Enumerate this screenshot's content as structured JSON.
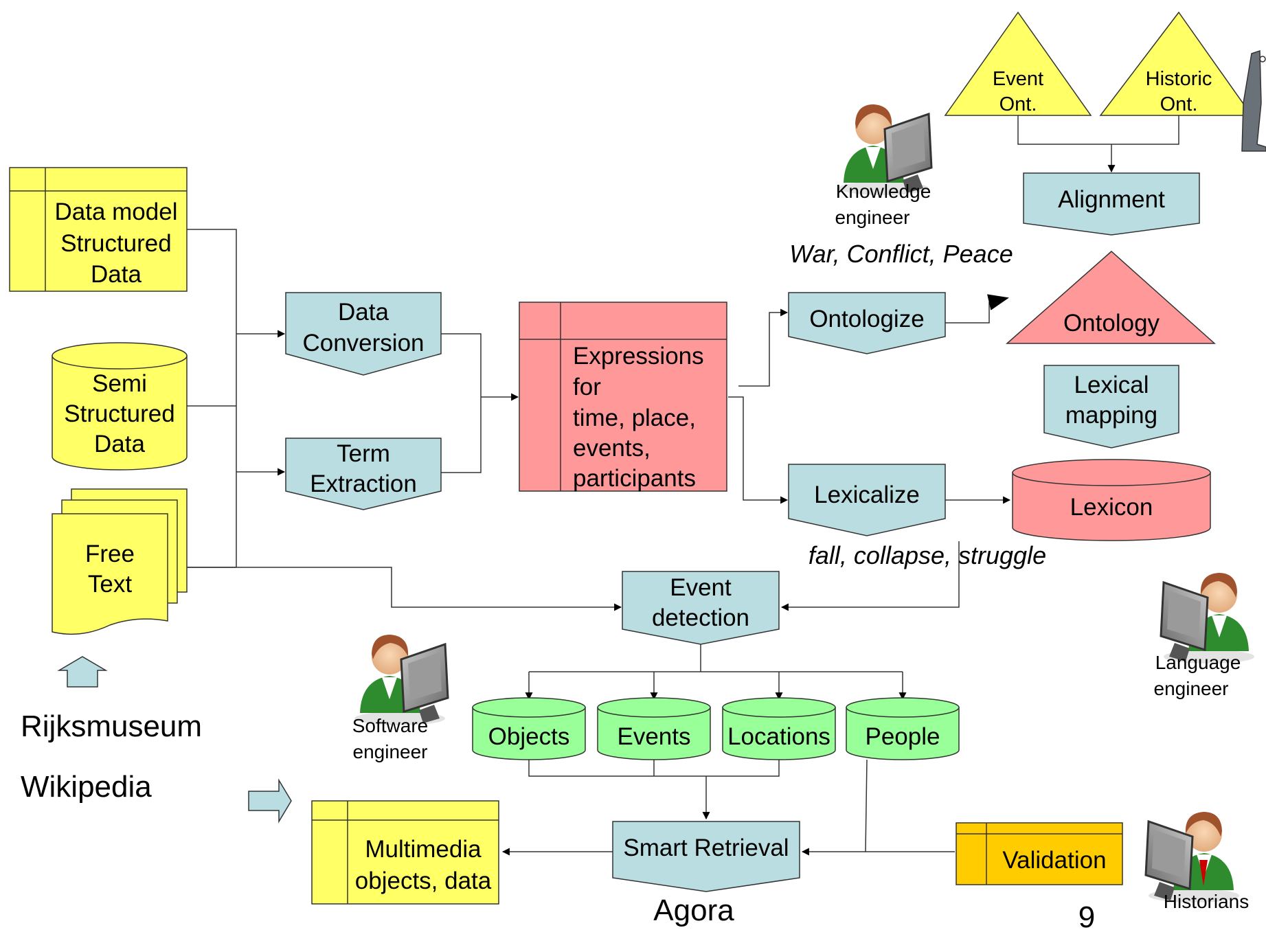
{
  "colors": {
    "yellow": "#ffff66",
    "blue": "#b9dde0",
    "pink": "#ff9999",
    "green": "#99ff99",
    "orange": "#ffcc00",
    "stroke": "#333333"
  },
  "sources": {
    "structured": [
      "Data model",
      "Structured",
      "Data"
    ],
    "semi": [
      "Semi",
      "Structured",
      "Data"
    ],
    "free": [
      "Free",
      "Text"
    ]
  },
  "processes": {
    "data_conversion": [
      "Data",
      "Conversion"
    ],
    "term_extraction": [
      "Term",
      "Extraction"
    ],
    "ontologize": "Ontologize",
    "lexicalize": "Lexicalize",
    "alignment": "Alignment",
    "lexical_mapping": [
      "Lexical",
      "mapping"
    ],
    "event_detection": [
      "Event",
      "detection"
    ],
    "smart_retrieval": "Smart Retrieval"
  },
  "expressions": [
    "Expressions",
    "for",
    "time, place,",
    "events,",
    "participants"
  ],
  "ontologies": {
    "event": [
      "Event",
      "Ont."
    ],
    "historic": [
      "Historic",
      "Ont."
    ],
    "ontology": "Ontology"
  },
  "lexicon": "Lexicon",
  "examples": {
    "concepts": "War, Conflict, Peace",
    "words": "fall, collapse, struggle"
  },
  "roles": {
    "knowledge": [
      "Knowledge",
      "engineer"
    ],
    "language": [
      "Language",
      "engineer"
    ],
    "software": [
      "Software",
      "engineer"
    ],
    "historians": "Historians"
  },
  "outputs": [
    "Objects",
    "Events",
    "Locations",
    "People"
  ],
  "multimedia": [
    "Multimedia",
    "objects, data"
  ],
  "validation": "Validation",
  "source_labels": [
    "Rijksmuseum",
    "Wikipedia"
  ],
  "footer": {
    "project": "Agora",
    "page": "9"
  }
}
